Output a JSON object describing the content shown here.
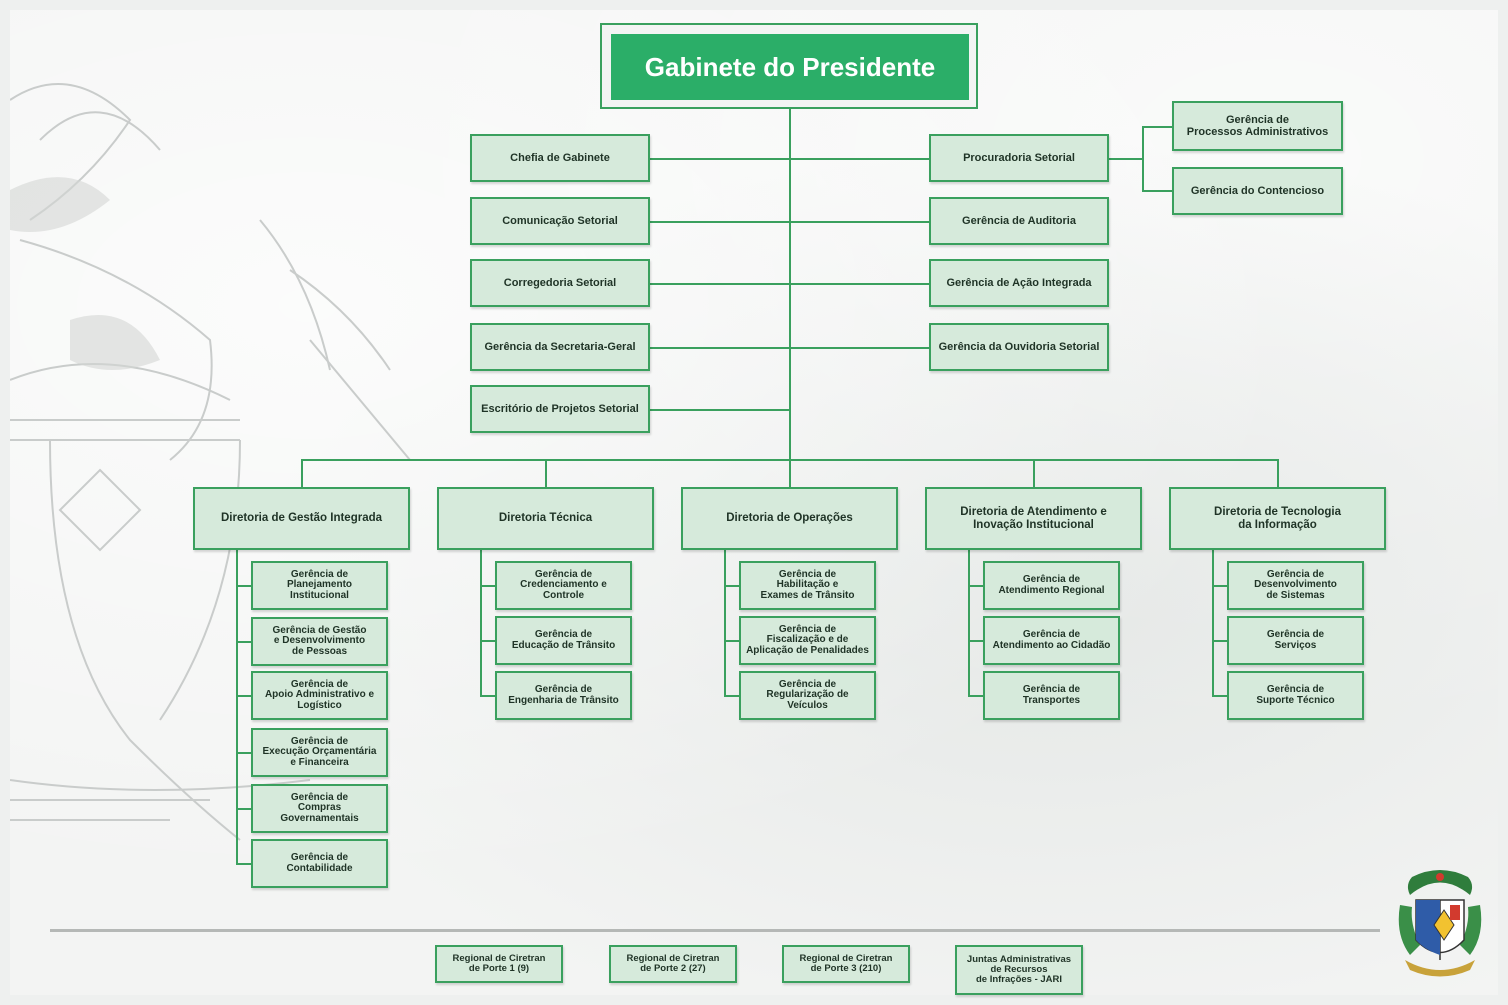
{
  "top": {
    "title": "Gabinete do Presidente"
  },
  "left_units": [
    "Chefia de Gabinete",
    "Comunicação Setorial",
    "Corregedoria Setorial",
    "Gerência da Secretaria-Geral",
    "Escritório de Projetos Setorial"
  ],
  "right_units": [
    "Procuradoria Setorial",
    "Gerência de Auditoria",
    "Gerência de Ação Integrada",
    "Gerência da Ouvidoria Setorial"
  ],
  "procuradoria_children": [
    "Gerência de\nProcessos Administrativos",
    "Gerência do Contencioso"
  ],
  "directorates": [
    {
      "label": "Diretoria de Gestão Integrada",
      "children": [
        "Gerência de\nPlanejamento\nInstitucional",
        "Gerência de Gestão\ne Desenvolvimento\nde Pessoas",
        "Gerência de\nApoio Administrativo e\nLogístico",
        "Gerência de\nExecução Orçamentária\ne Financeira",
        "Gerência de\nCompras\nGovernamentais",
        "Gerência de\nContabilidade"
      ]
    },
    {
      "label": "Diretoria Técnica",
      "children": [
        "Gerência de\nCredenciamento e\nControle",
        "Gerência de\nEducação de Trânsito",
        "Gerência de\nEngenharia de Trânsito"
      ]
    },
    {
      "label": "Diretoria de Operações",
      "children": [
        "Gerência de\nHabilitação e\nExames de Trânsito",
        "Gerência de\nFiscalização e de\nAplicação de Penalidades",
        "Gerência de\nRegularização de\nVeículos"
      ]
    },
    {
      "label": "Diretoria de Atendimento e\nInovação Institucional",
      "children": [
        "Gerência de\nAtendimento Regional",
        "Gerência de\nAtendimento ao Cidadão",
        "Gerência de\nTransportes"
      ]
    },
    {
      "label": "Diretoria de Tecnologia\nda Informação",
      "children": [
        "Gerência de\nDesenvolvimento\nde Sistemas",
        "Gerência de\nServiços",
        "Gerência de\nSuporte Técnico"
      ]
    }
  ],
  "regionals": [
    "Regional de Ciretran\nde Porte 1 (9)",
    "Regional de Ciretran\nde Porte 2 (27)",
    "Regional de Ciretran\nde Porte 3 (210)",
    "Juntas Administrativas\nde Recursos\nde Infrações - JARI"
  ],
  "colors": {
    "accent": "#2bae68",
    "line": "#3aa05e",
    "box_fill": "#d6eadb"
  }
}
